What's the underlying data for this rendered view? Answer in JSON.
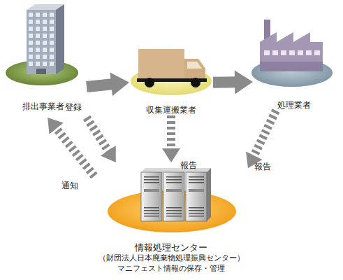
{
  "diagram": {
    "nodes": [
      {
        "text": [
          "排出事業者"
        ]
      },
      {
        "text": [
          "収集運搬業者"
        ]
      },
      {
        "text": [
          "処理業者"
        ]
      },
      {
        "text": [
          "情報処理センター",
          "（財団法人日本廃棄物処理振興センター）",
          "マニフェスト情報の保存・管理"
        ]
      }
    ],
    "edges": [
      {
        "from": 0,
        "to": 1,
        "arrow": "to"
      },
      {
        "from": 1,
        "to": 2,
        "arrow": "to"
      },
      {
        "from": 0,
        "to": 3,
        "label": "登録",
        "arrow": "to"
      },
      {
        "from": 3,
        "to": 0,
        "label": "通知",
        "arrow": "to"
      },
      {
        "from": 1,
        "to": 3,
        "label": "報告",
        "arrow": "to"
      },
      {
        "from": 2,
        "to": 3,
        "label": "報告",
        "arrow": "to"
      }
    ]
  }
}
